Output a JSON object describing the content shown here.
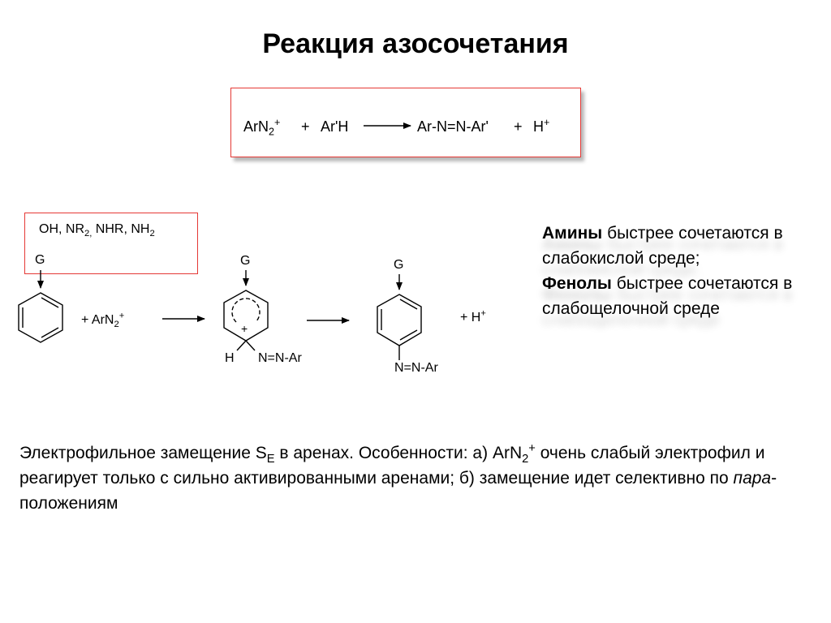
{
  "title": "Реакция азосочетания",
  "equation": {
    "reactant1_base": "ArN",
    "reactant1_sub": "2",
    "reactant1_sup": "+",
    "plus": "+",
    "reactant2": "Ar'H",
    "product": "Ar-N=N-Ar'",
    "byproduct_base": "H",
    "byproduct_sup": "+"
  },
  "substituents": {
    "part1": "OH, NR",
    "sub1": "2,",
    "part2": " NHR, NH",
    "sub2": "2"
  },
  "scheme": {
    "g_label": "G",
    "reagent_plus": "+",
    "reagent_base": "ArN",
    "reagent_sub": "2",
    "reagent_sup": "+",
    "sigma_charge": "+",
    "h_label": "H",
    "azo_label": "N=N-Ar",
    "proton_plus": "+",
    "proton_base": "H",
    "proton_sup": "+"
  },
  "note": {
    "amines_bold": "Амины",
    "amines_rest": " быстрее сочетаются в слабокислой среде;",
    "phenols_bold": "Фенолы",
    "phenols_rest": " быстрее сочетаются в слабощелочной среде"
  },
  "paragraph": {
    "t1": "Электрофильное замещение S",
    "se_sub": "E",
    "t2": " в аренах. Особенности: а) ArN",
    "arn_sub": "2",
    "arn_sup": "+",
    "t3": " очень слабый электрофил и реагирует только с сильно активированными аренами; б) замещение идет селективно по ",
    "para_italic": "пара",
    "t4": "-положениям"
  }
}
